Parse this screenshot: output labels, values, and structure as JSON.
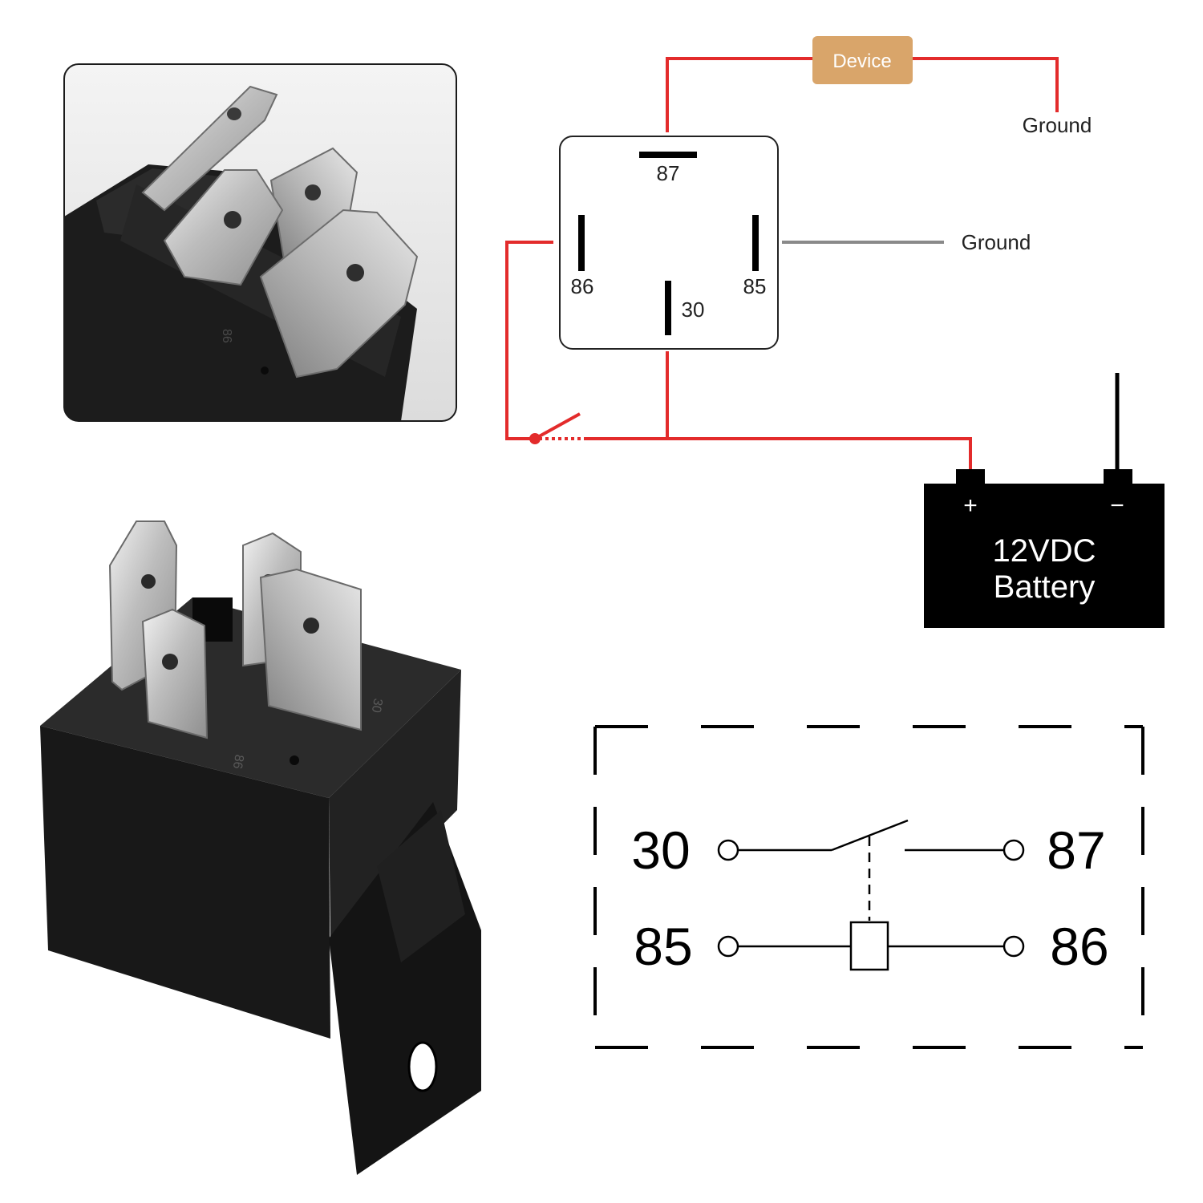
{
  "wiring": {
    "device_label": "Device",
    "ground_top": "Ground",
    "ground_mid": "Ground",
    "pins": {
      "p87": "87",
      "p86": "86",
      "p85": "85",
      "p30": "30"
    },
    "battery": {
      "plus": "+",
      "minus": "−",
      "line1": "12VDC",
      "line2": "Battery"
    }
  },
  "schematic": {
    "pin30": "30",
    "pin87": "87",
    "pin85": "85",
    "pin86": "86"
  },
  "photos": {
    "top_marking": "86",
    "bottom_marking_1": "86",
    "bottom_marking_2": "30"
  },
  "colors": {
    "wire_red": "#e32b2b",
    "wire_gray": "#8a8a8a",
    "device_fill": "#d9a56a",
    "battery_fill": "#000000",
    "relay_body": "#1e1e1e",
    "terminal_metal": "#c9c9c9"
  }
}
